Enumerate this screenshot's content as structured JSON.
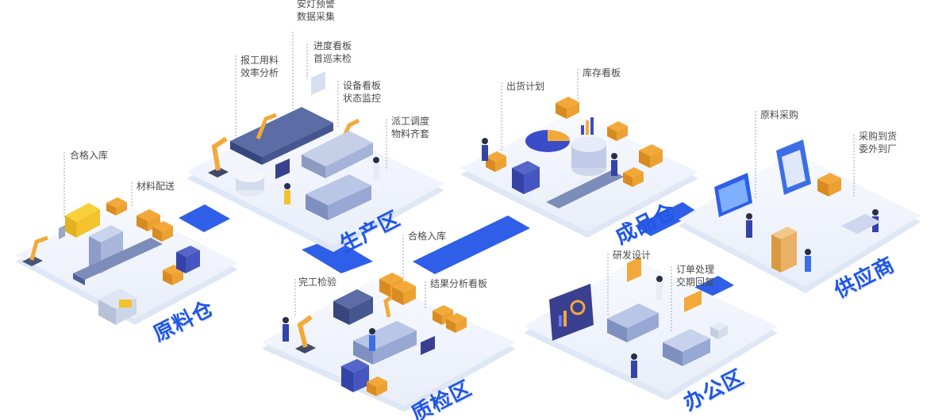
{
  "zones": {
    "raw_warehouse": "原料仓",
    "production": "生产区",
    "finished_warehouse": "成品仓",
    "supplier": "供应商",
    "quality": "质检区",
    "office": "办公区"
  },
  "labels": {
    "andon": [
      "安灯预警",
      "数据采集"
    ],
    "progress": [
      "进度看板",
      "首巡末检"
    ],
    "report": [
      "报工用料",
      "效率分析"
    ],
    "equipment": [
      "设备看板",
      "状态监控"
    ],
    "dispatch": [
      "派工调度",
      "物料齐套"
    ],
    "qualified_in_raw": [
      "合格入库"
    ],
    "material_delivery": [
      "材料配送"
    ],
    "shipping_plan": [
      "出货计划"
    ],
    "inventory_board": [
      "库存看板"
    ],
    "raw_purchase": [
      "原料采购"
    ],
    "purchase_arrival": [
      "采购到货",
      "委外到厂"
    ],
    "qualified_in_qc": [
      "合格入库"
    ],
    "completion_check": [
      "完工检验"
    ],
    "result_board": [
      "结果分析看板"
    ],
    "rd_design": [
      "研发设计"
    ],
    "order_processing": [
      "订单处理",
      "交期回复"
    ]
  },
  "colors": {
    "brand_blue": "#1f56e6",
    "platform": "#f2f5fc",
    "platform_edge": "#dfe6f5",
    "box_orange": "#f3a93a",
    "connector": "#2f5fe8"
  }
}
